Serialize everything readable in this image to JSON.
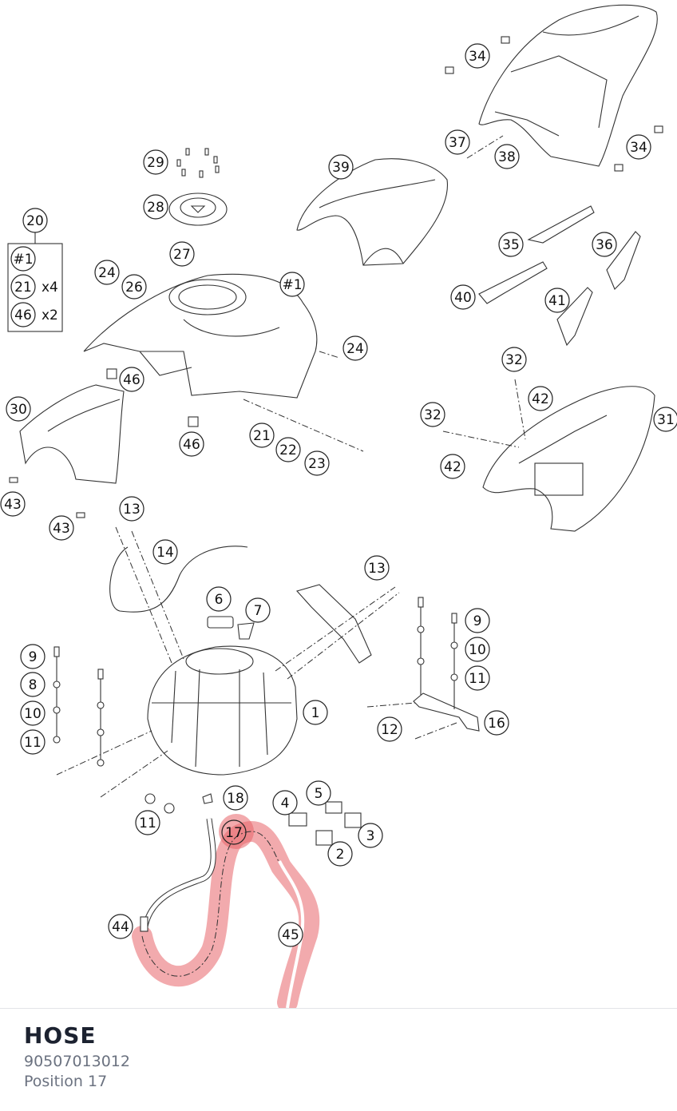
{
  "selected": {
    "name": "HOSE",
    "part_number": "90507013012",
    "position": "Position 17",
    "callout": "17",
    "highlight_color": "#e8646a"
  },
  "legend": {
    "callout": "20",
    "rows": [
      {
        "callout": "#1",
        "qty": ""
      },
      {
        "callout": "21",
        "qty": "x4"
      },
      {
        "callout": "46",
        "qty": "x2"
      }
    ]
  },
  "callouts": [
    "34",
    "34",
    "37",
    "38",
    "39",
    "29",
    "28",
    "20",
    "27",
    "24",
    "26",
    "#1",
    "35",
    "36",
    "40",
    "41",
    "24",
    "46",
    "30",
    "21",
    "22",
    "23",
    "46",
    "32",
    "42",
    "32",
    "42",
    "31",
    "43",
    "43",
    "13",
    "14",
    "13",
    "6",
    "7",
    "9",
    "8",
    "10",
    "11",
    "9",
    "10",
    "11",
    "1",
    "12",
    "16",
    "18",
    "5",
    "4",
    "11",
    "17",
    "3",
    "2",
    "44",
    "45"
  ]
}
